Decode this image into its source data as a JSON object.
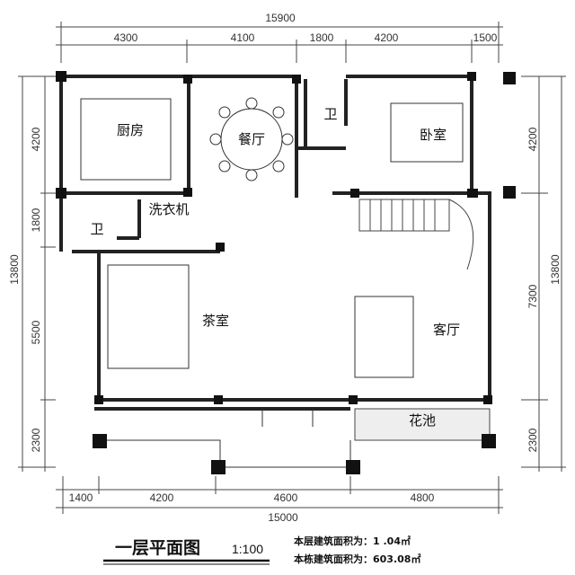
{
  "title": "一层平面图",
  "scale": "1:100",
  "floor_area": "本层建筑面积为：1  .04㎡",
  "building_area": "本栋建筑面积为：603.08㎡",
  "rooms": {
    "kitchen": "厨房",
    "dining": "餐厅",
    "bath_top": "卫",
    "bedroom": "卧室",
    "laundry": "洗衣机",
    "bath_left": "卫",
    "tea_room": "茶室",
    "living": "客厅",
    "flower_bed": "花池"
  },
  "dimensions": {
    "top_total": "15900",
    "top": [
      "4300",
      "4100",
      "1800",
      "4200",
      "1500"
    ],
    "bottom": [
      "1400",
      "4200",
      "4600",
      "4800"
    ],
    "bottom_total": "15000",
    "left": [
      "4200",
      "1800",
      "5500",
      "2300"
    ],
    "left_total": "13800",
    "right": [
      "4200",
      "7300",
      "2300"
    ],
    "right_total": "13800"
  }
}
